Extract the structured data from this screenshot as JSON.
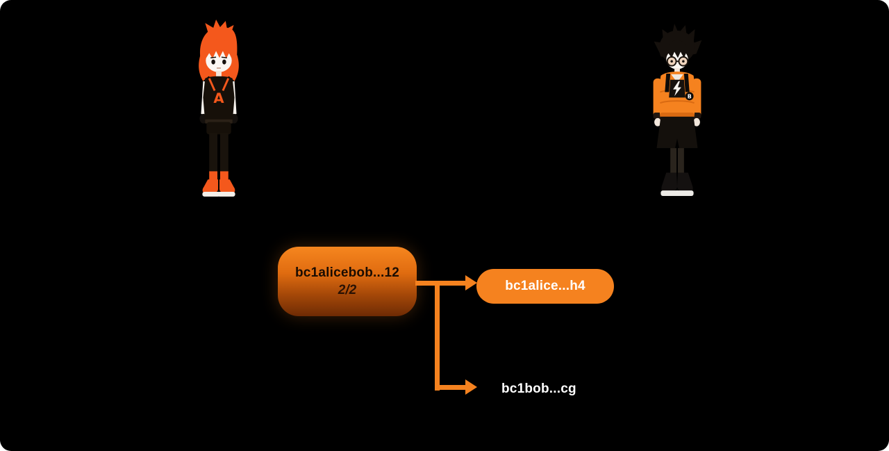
{
  "scene": {
    "background_color": "#000000",
    "accent_color": "#F5821F"
  },
  "characters": {
    "alice": {
      "emblem": "A"
    },
    "bob": {
      "emblem": "B"
    }
  },
  "flow": {
    "source": {
      "address": "bc1alicebob...12",
      "threshold": "2/2"
    },
    "outputs": {
      "alice": {
        "address": "bc1alice...h4"
      },
      "bob": {
        "address": "bc1bob...cg"
      }
    }
  }
}
